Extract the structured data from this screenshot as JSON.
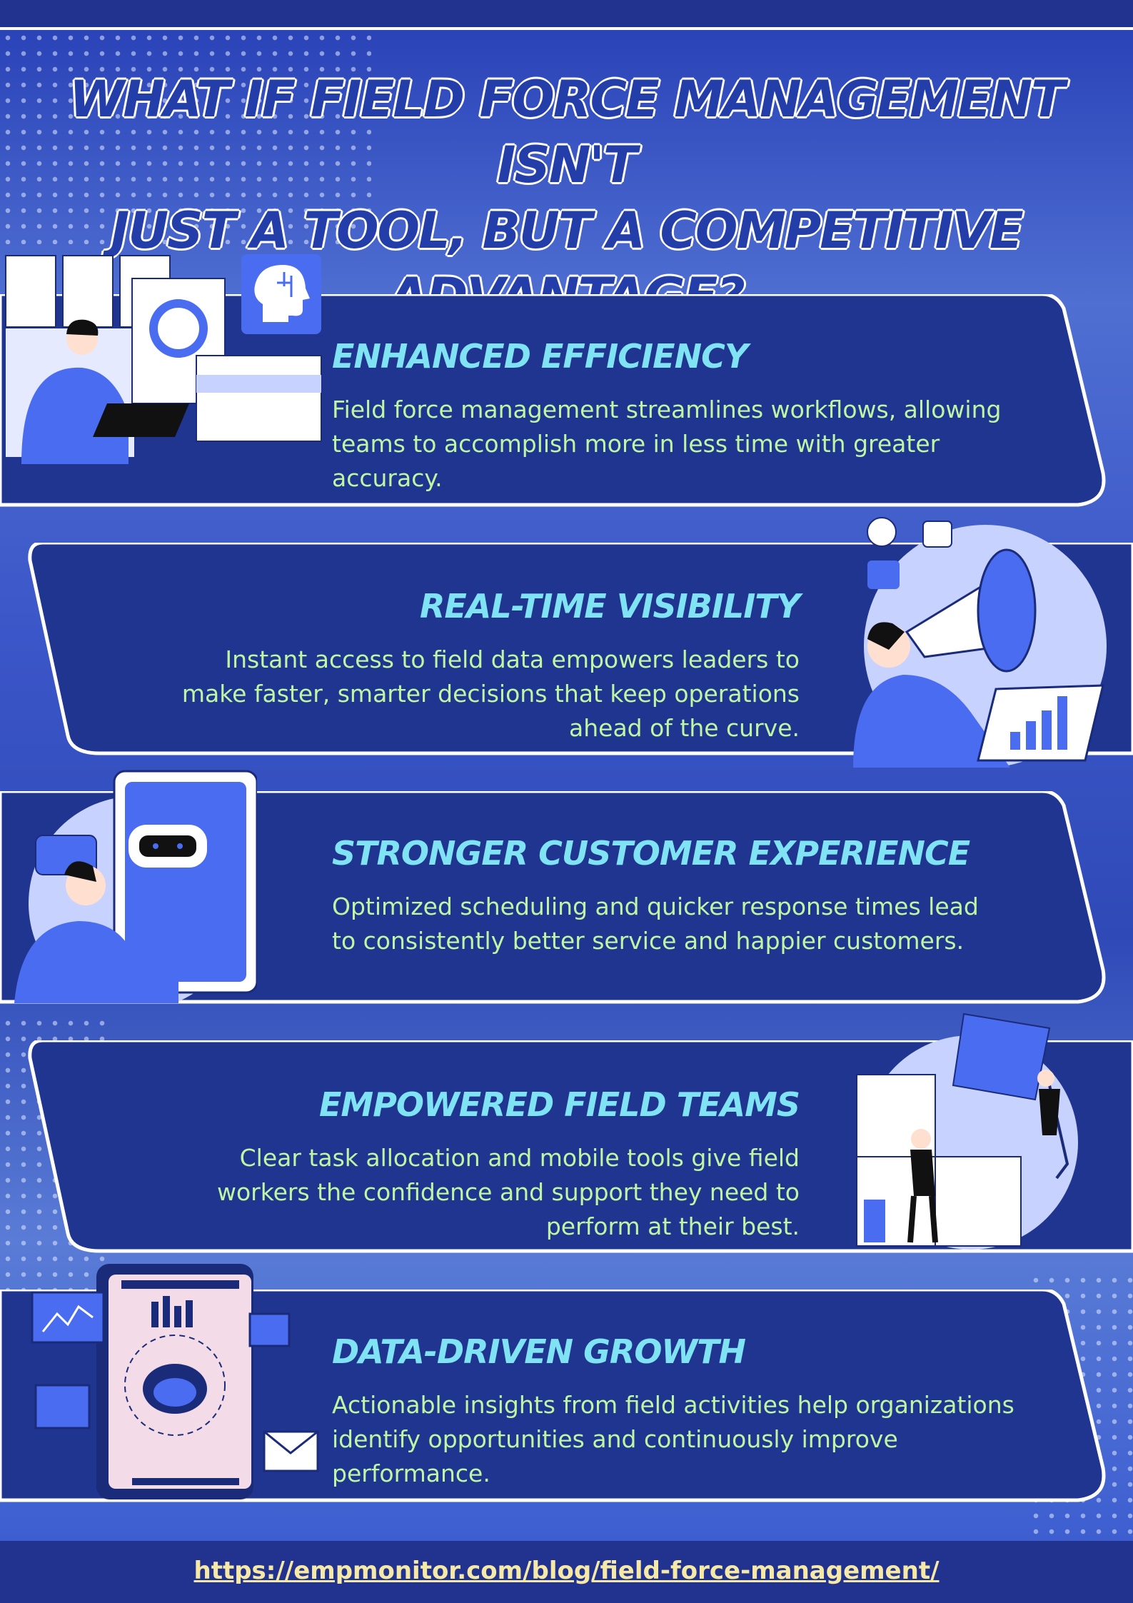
{
  "title": {
    "line1": "What if field force management isn't",
    "line2": "just a tool, but a competitive",
    "line3": "advantage?"
  },
  "sections": [
    {
      "heading": "Enhanced Efficiency",
      "body": "Field force management streamlines workflows, allowing teams to accomplish more in less time with greater accuracy."
    },
    {
      "heading": "Real-Time Visibility",
      "body": "Instant access to field data empowers leaders to make faster, smarter decisions that keep operations ahead of the curve."
    },
    {
      "heading": "Stronger Customer Experience",
      "body": "Optimized scheduling and quicker response times lead to consistently better service and happier customers."
    },
    {
      "heading": "Empowered Field Teams",
      "body": "Clear task allocation and mobile tools give field workers the confidence and support they need to perform at their best."
    },
    {
      "heading": "Data-Driven Growth",
      "body": "Actionable insights from field activities help organizations identify opportunities and continuously improve performance."
    }
  ],
  "footer": {
    "url": "https://empmonitor.com/blog/field-force-management/"
  },
  "colors": {
    "heading": "#7fe3f4",
    "body": "#bff5a3",
    "panel": "#1f3590",
    "accent": "#4a6cf0",
    "footer_link": "#f6e9a6"
  },
  "icons": [
    "person-laptop-illustration",
    "ai-head-icon",
    "megaphone-illustration",
    "chatbot-illustration",
    "puzzle-team-illustration",
    "phone-robot-illustration"
  ]
}
